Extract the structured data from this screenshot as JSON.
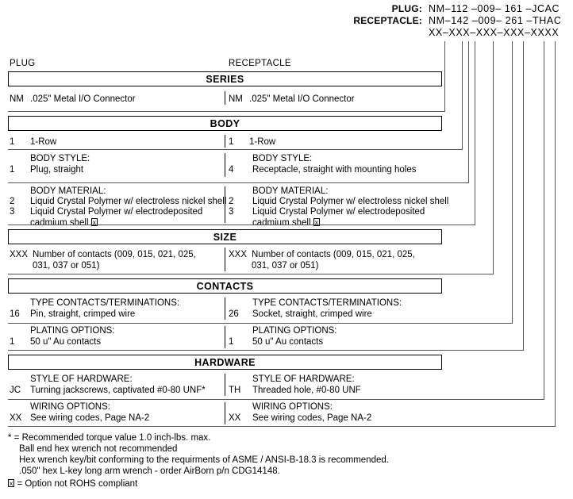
{
  "header": {
    "plug_label": "PLUG:",
    "plug_code": "NM–112 –009– 161 –JCAC",
    "receptacle_label": "RECEPTACLE:",
    "receptacle_code": "NM–142 –009– 261 –THAC",
    "mask": "XX–XXX–XXX–XXX–XXXX"
  },
  "columns": {
    "left": "PLUG",
    "right": "RECEPTACLE"
  },
  "sections": [
    {
      "title": "SERIES",
      "groups": [
        {
          "heading": "",
          "left": [
            {
              "code": "NM",
              "desc": ".025\" Metal I/O Connector"
            }
          ],
          "right": [
            {
              "code": "NM",
              "desc": ".025\" Metal I/O Connector"
            }
          ]
        }
      ]
    },
    {
      "title": "BODY",
      "groups": [
        {
          "heading": "",
          "left": [
            {
              "code": "1",
              "desc": "1-Row"
            }
          ],
          "right": [
            {
              "code": "1",
              "desc": "1-Row"
            }
          ]
        },
        {
          "heading": "BODY STYLE:",
          "left": [
            {
              "code": "1",
              "desc": "Plug, straight"
            }
          ],
          "right": [
            {
              "code": "4",
              "desc": "Receptacle, straight with mounting holes"
            }
          ]
        },
        {
          "heading": "BODY MATERIAL:",
          "left": [
            {
              "code": "2",
              "desc": "Liquid Crystal Polymer w/ electroless nickel shell"
            },
            {
              "code": "3",
              "desc": "Liquid Crystal Polymer w/ electrodeposited cadmium shell",
              "flag": true
            }
          ],
          "right": [
            {
              "code": "2",
              "desc": "Liquid Crystal Polymer w/ electroless nickel shell"
            },
            {
              "code": "3",
              "desc": "Liquid Crystal Polymer w/ electrodeposited cadmium shell",
              "flag": true
            }
          ]
        }
      ]
    },
    {
      "title": "SIZE",
      "groups": [
        {
          "heading": "",
          "left": [
            {
              "code": "XXX",
              "desc": "Number of contacts (009, 015, 021, 025, 031, 037 or 051)"
            }
          ],
          "right": [
            {
              "code": "XXX",
              "desc": "Number of contacts (009, 015, 021, 025, 031, 037 or 051)"
            }
          ]
        }
      ]
    },
    {
      "title": "CONTACTS",
      "groups": [
        {
          "heading": "TYPE CONTACTS/TERMINATIONS:",
          "left": [
            {
              "code": "16",
              "desc": "Pin, straight, crimped wire"
            }
          ],
          "right": [
            {
              "code": "26",
              "desc": "Socket, straight, crimped wire"
            }
          ]
        },
        {
          "heading": "PLATING OPTIONS:",
          "left": [
            {
              "code": "1",
              "desc": "50 u\" Au contacts"
            }
          ],
          "right": [
            {
              "code": "1",
              "desc": "50 u\" Au contacts"
            }
          ]
        }
      ]
    },
    {
      "title": "HARDWARE",
      "groups": [
        {
          "heading": "STYLE OF HARDWARE:",
          "left": [
            {
              "code": "JC",
              "desc": "Turning jackscrews, captivated #0-80 UNF*"
            }
          ],
          "right": [
            {
              "code": "TH",
              "desc": "Threaded hole, #0-80 UNF"
            }
          ]
        },
        {
          "heading": "WIRING OPTIONS:",
          "left": [
            {
              "code": "XX",
              "desc": "See wiring codes, Page NA-2"
            }
          ],
          "right": [
            {
              "code": "XX",
              "desc": "See wiring codes, Page NA-2"
            }
          ]
        }
      ]
    }
  ],
  "footnotes": {
    "asterisk": [
      "* = Recommended torque value 1.0 inch-lbs. max.",
      "Ball end hex wrench not recommended",
      "Hex wrench key/bit conforming to the requirments of ASME / ANSI-B-18.3 is recommended.",
      ".050\" hex L-key long arm wrench - order AirBorn p/n CDG14148."
    ],
    "rohs": "= Option not ROHS compliant"
  }
}
